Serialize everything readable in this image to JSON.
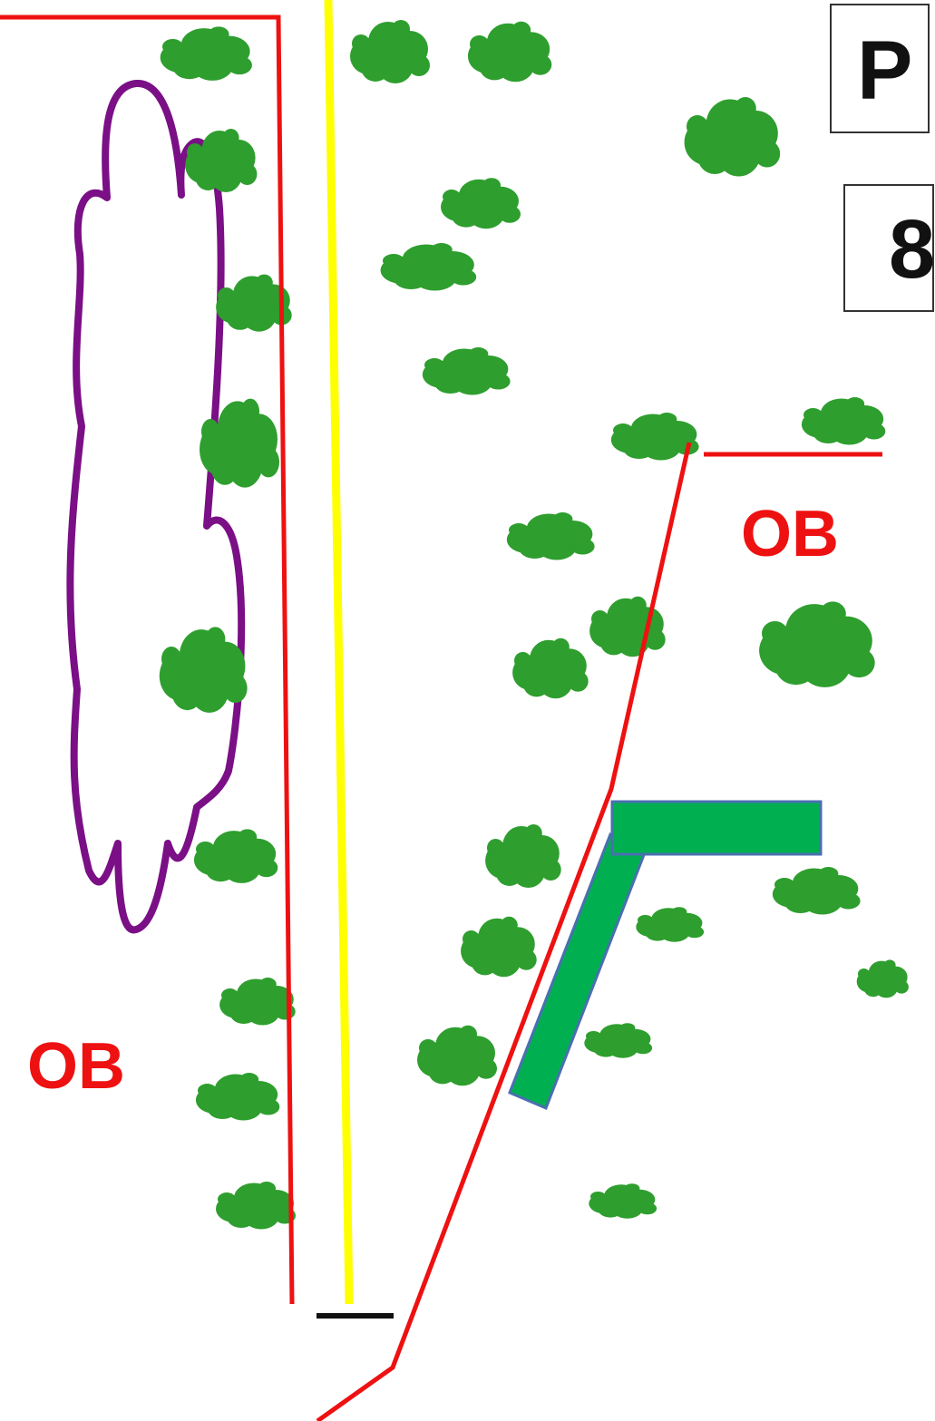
{
  "hole": {
    "par_text": "P",
    "yardage_text": "8"
  },
  "labels": {
    "ob_left": "OB",
    "ob_right": "OB"
  },
  "colors": {
    "background": "#ffffff",
    "out_of_bounds_line": "#ee1111",
    "fairway_line": "#ffff00",
    "tee_marker": "#111111",
    "trees": "#2e9e2e",
    "water_hazard_outline": "#7a0f86",
    "green": "#00b050",
    "green_border": "#4a6fb0",
    "ob_label": "#ee1111"
  },
  "icons": {
    "tree": "tree-icon",
    "hazard": "hazard-cloud-icon",
    "green": "putting-green-icon",
    "tee": "tee-marker-icon"
  }
}
